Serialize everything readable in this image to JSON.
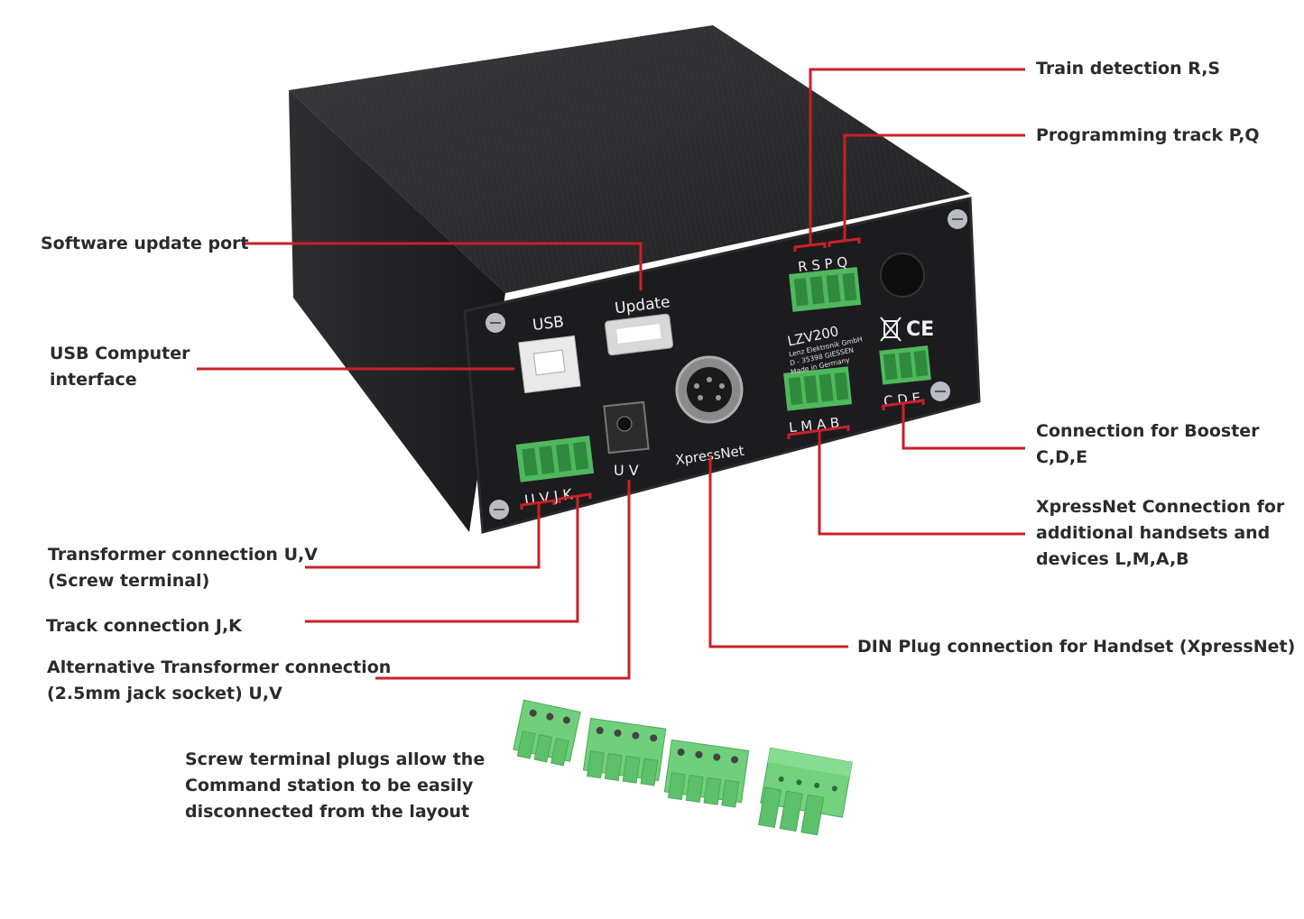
{
  "diagram": {
    "accent_color": "#c8202a",
    "device_color": "#1c1c1e",
    "connector_color": "#5cc16a",
    "device": {
      "model": "LZV200",
      "maker_lines": [
        "Lenz Elektronik GmbH",
        "D - 35398 GIESSEN",
        "Made in Germany"
      ],
      "port_labels": {
        "usb": "USB",
        "update": "Update",
        "xpressnet": "XpressNet",
        "rspq": "R S P Q",
        "lmab": "L M A B",
        "cde": "C D E",
        "uvjk": "U V J K",
        "uv": "U V"
      },
      "marks": "CE"
    },
    "callouts": {
      "train_detection": [
        "Train detection R,S"
      ],
      "programming_track": [
        "Programming track P,Q"
      ],
      "software_update": [
        "Software update port"
      ],
      "usb_interface": [
        "USB Computer",
        "interface"
      ],
      "booster": [
        "Connection for Booster",
        "C,D,E"
      ],
      "xpressnet_connection": [
        "XpressNet Connection for",
        "additional handsets and",
        "devices L,M,A,B"
      ],
      "transformer": [
        "Transformer connection U,V",
        "(Screw terminal)"
      ],
      "track": [
        "Track connection J,K"
      ],
      "alt_transformer": [
        "Alternative Transformer connection",
        "(2.5mm jack socket) U,V"
      ],
      "din_plug": [
        "DIN Plug connection for Handset (XpressNet)"
      ],
      "plugs_note": [
        "Screw terminal plugs allow the",
        "Command station to be easily",
        "disconnected from the layout"
      ]
    }
  }
}
